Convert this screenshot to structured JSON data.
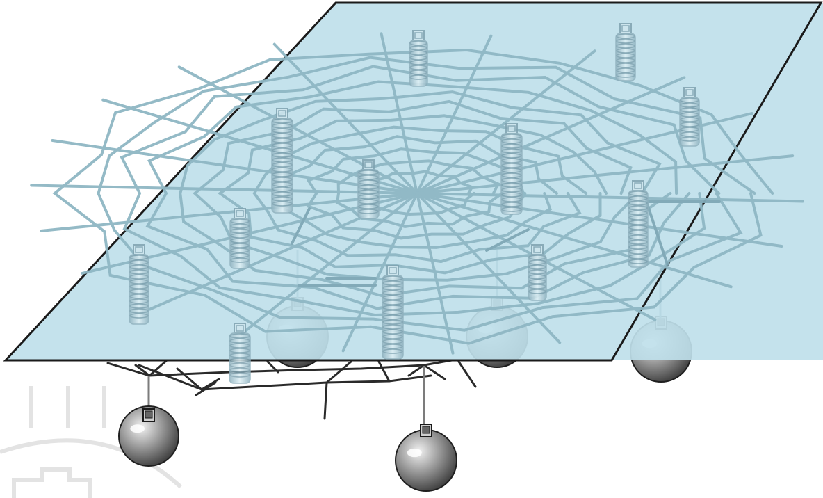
{
  "colors": {
    "background": "#ffffff",
    "plane_fill": "#bfe0ea",
    "plane_border": "#1a1a1a",
    "web_above": "#8fb7c4",
    "web_below": "#2a2a2a",
    "spring": "#9fc0cc",
    "ball_dark": "#3d3d3d",
    "ball_light": "#d9d9d9"
  },
  "icons": {
    "plane": "translucent-plane",
    "web": "spider-web",
    "spring": "coil-spring",
    "weight": "hanging-ball-weight",
    "watermark": "faint-building-watermark"
  }
}
